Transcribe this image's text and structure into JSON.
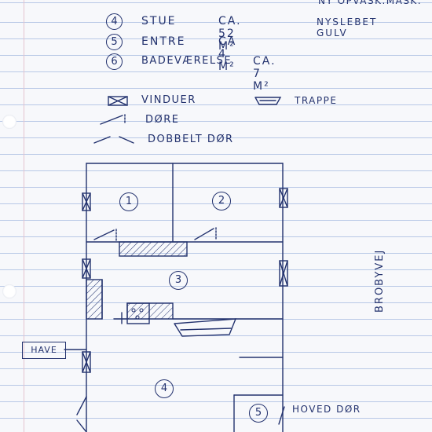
{
  "header_line": "NY OPVASK.MASK.",
  "rooms": [
    {
      "num": "4",
      "name": "STUE",
      "size": "CA. 52 M²",
      "note": "NYSLEBET GULV"
    },
    {
      "num": "5",
      "name": "ENTRE",
      "size": "CA 4 M²",
      "note": ""
    },
    {
      "num": "6",
      "name": "BADEVÆRELSE",
      "size": "CA. 7 M²",
      "note": ""
    }
  ],
  "legend": {
    "windows": "VINDUER",
    "stairs": "TRAPPE",
    "doors": "DØRE",
    "double_door": "DOBBELT DØR"
  },
  "plan": {
    "labels": [
      "1",
      "2",
      "3",
      "4",
      "5"
    ],
    "street": "BROBYVEJ",
    "garden": "HAVE",
    "main_door": "HOVED DØR"
  },
  "colors": {
    "ink": "#23326e",
    "rule": "#b8c8e6"
  }
}
